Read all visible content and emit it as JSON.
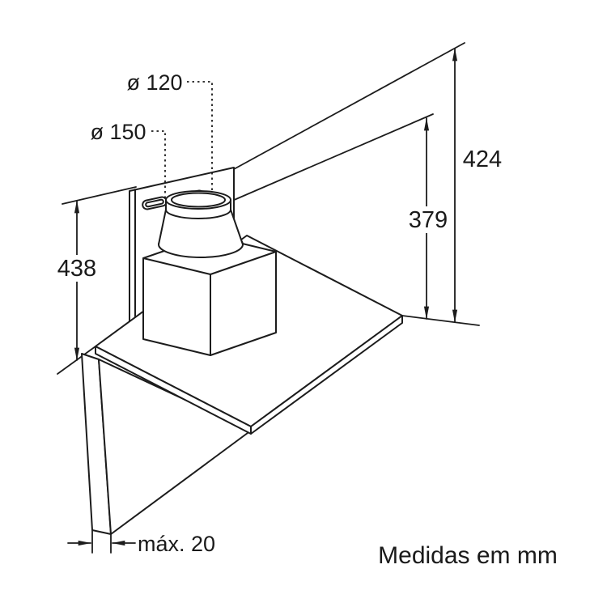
{
  "drawing": {
    "units_note": "Medidas em mm",
    "dimensions": {
      "duct_top_diameter": "ø 120",
      "duct_base_diameter": "ø 150",
      "bracket_height": "438",
      "outer_height": "424",
      "inner_height": "379",
      "wall_thickness_max": "máx. 20"
    },
    "colors": {
      "line": "#1c1c1c",
      "background": "#ffffff"
    }
  }
}
